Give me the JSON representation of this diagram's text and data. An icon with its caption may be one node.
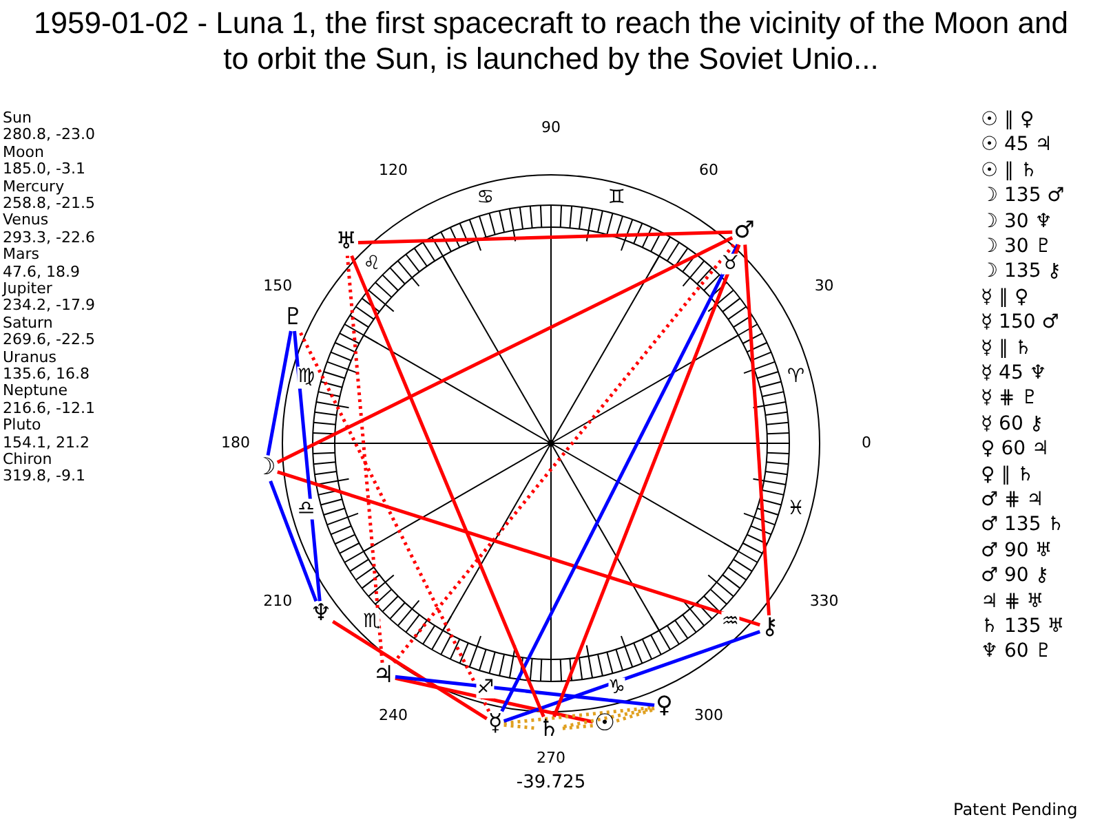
{
  "diagram": {
    "title": "1959-01-02 - Luna 1, the first spacecraft to reach the vicinity of the Moon and to orbit the Sun, is launched by the Soviet Unio...",
    "nodes": [
      {
        "text": [
          "☉"
        ]
      },
      {
        "text": [
          "☽"
        ]
      },
      {
        "text": [
          "☿"
        ]
      },
      {
        "text": [
          "♀"
        ]
      },
      {
        "text": [
          "♂"
        ]
      },
      {
        "text": [
          "♃"
        ]
      },
      {
        "text": [
          "♄"
        ]
      },
      {
        "text": [
          "♅"
        ]
      },
      {
        "text": [
          "♆"
        ]
      },
      {
        "text": [
          "♇"
        ]
      },
      {
        "text": [
          "⚷"
        ]
      }
    ],
    "edges": [
      {
        "from": 0,
        "to": 3,
        "arrow": "none",
        "style": "dashed",
        "color": "#e0a020"
      },
      {
        "from": 0,
        "to": 5,
        "arrow": "none"
      },
      {
        "from": 0,
        "to": 6,
        "arrow": "none",
        "style": "dashed",
        "color": "#e0a020"
      },
      {
        "from": 1,
        "to": 4,
        "arrow": "none"
      },
      {
        "from": 1,
        "to": 8,
        "arrow": "none",
        "color": "#0000ff"
      },
      {
        "from": 1,
        "to": 9,
        "arrow": "none",
        "color": "#0000ff"
      },
      {
        "from": 1,
        "to": 10,
        "arrow": "none"
      },
      {
        "from": 2,
        "to": 3,
        "arrow": "none",
        "style": "dashed",
        "color": "#e0a020"
      },
      {
        "from": 2,
        "to": 4,
        "arrow": "none",
        "color": "#0000ff"
      },
      {
        "from": 2,
        "to": 6,
        "arrow": "none",
        "style": "dashed",
        "color": "#e0a020"
      },
      {
        "from": 2,
        "to": 8,
        "arrow": "none"
      },
      {
        "from": 2,
        "to": 9,
        "arrow": "none",
        "style": "dashed"
      },
      {
        "from": 2,
        "to": 10,
        "arrow": "none",
        "color": "#0000ff"
      },
      {
        "from": 3,
        "to": 5,
        "arrow": "none",
        "color": "#0000ff"
      },
      {
        "from": 3,
        "to": 6,
        "arrow": "none",
        "style": "dashed",
        "color": "#e0a020"
      },
      {
        "from": 4,
        "to": 5,
        "arrow": "none",
        "style": "dashed"
      },
      {
        "from": 4,
        "to": 6,
        "arrow": "none"
      },
      {
        "from": 4,
        "to": 7,
        "arrow": "none"
      },
      {
        "from": 4,
        "to": 10,
        "arrow": "none"
      },
      {
        "from": 5,
        "to": 7,
        "arrow": "none",
        "style": "dashed"
      },
      {
        "from": 6,
        "to": 7,
        "arrow": "none"
      },
      {
        "from": 8,
        "to": 9,
        "arrow": "none",
        "color": "#0000ff"
      }
    ],
    "labels": [
      "Sun",
      "280.8, -23.0",
      "Moon",
      "185.0, -3.1",
      "Mercury",
      "258.8, -21.5",
      "Venus",
      "293.3, -22.6",
      "Mars",
      "47.6, 18.9",
      "Jupiter",
      "234.2, -17.9",
      "Saturn",
      "269.6, -22.5",
      "Uranus",
      "135.6, 16.8",
      "Neptune",
      "216.6, -12.1",
      "Pluto",
      "154.1, 21.2",
      "Chiron",
      "319.8, -9.1",
      "90",
      "120",
      "60",
      "150",
      "30",
      "180",
      "0",
      "210",
      "330",
      "240",
      "300",
      "270",
      "♋",
      "♊",
      "♌",
      "♉",
      "♍",
      "♈",
      "♎",
      "♓",
      "♏",
      "♒",
      "♐",
      "♑",
      "-39.725",
      "☉ ∥ ♀",
      "☉ 45 ♃",
      "☉ ∥ ♄",
      "☽ 135 ♂",
      "☽ 30 ♆",
      "☽ 30 ♇",
      "☽ 135 ⚷",
      "☿ ∥ ♀",
      "☿ 150 ♂",
      "☿ ∥ ♄",
      "☿ 45 ♆",
      "☿ ⋕ ♇",
      "☿ 60 ⚷",
      "♀ 60 ♃",
      "♀ ∥ ♄",
      "♂ ⋕ ♃",
      "♂ 135 ♄",
      "♂ 90 ♅",
      "♂ 90 ⚷",
      "♃ ⋕ ♅",
      "♄ 135 ♅",
      "♆ 60 ♇",
      "Patent Pending"
    ]
  }
}
